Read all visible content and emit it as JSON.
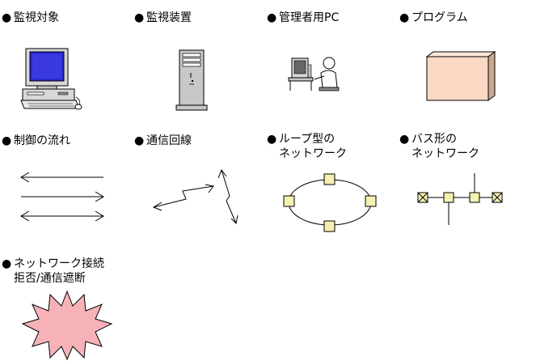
{
  "legend": {
    "bullet": "●",
    "items": [
      {
        "key": "monitored-target",
        "label": "監視対象"
      },
      {
        "key": "monitoring-device",
        "label": "監視装置"
      },
      {
        "key": "admin-pc",
        "label": "管理者用PC"
      },
      {
        "key": "program",
        "label": "プログラム"
      },
      {
        "key": "control-flow",
        "label": "制御の流れ"
      },
      {
        "key": "communication-line",
        "label": "通信回線"
      },
      {
        "key": "ring-network",
        "label": "ループ型の",
        "label2": "ネットワーク"
      },
      {
        "key": "bus-network",
        "label": "バス形の",
        "label2": "ネットワーク"
      },
      {
        "key": "connection-block",
        "label": "ネットワーク接続",
        "label2": "拒否/通信遮断"
      }
    ]
  },
  "colors": {
    "screen_blue": "#2a2ad0",
    "device_gray": "#c8c8c8",
    "program_box": "#f9d9c4",
    "node_fill": "#f3f0b0",
    "burst_fill": "#f7b2b7",
    "stroke": "#000000"
  }
}
